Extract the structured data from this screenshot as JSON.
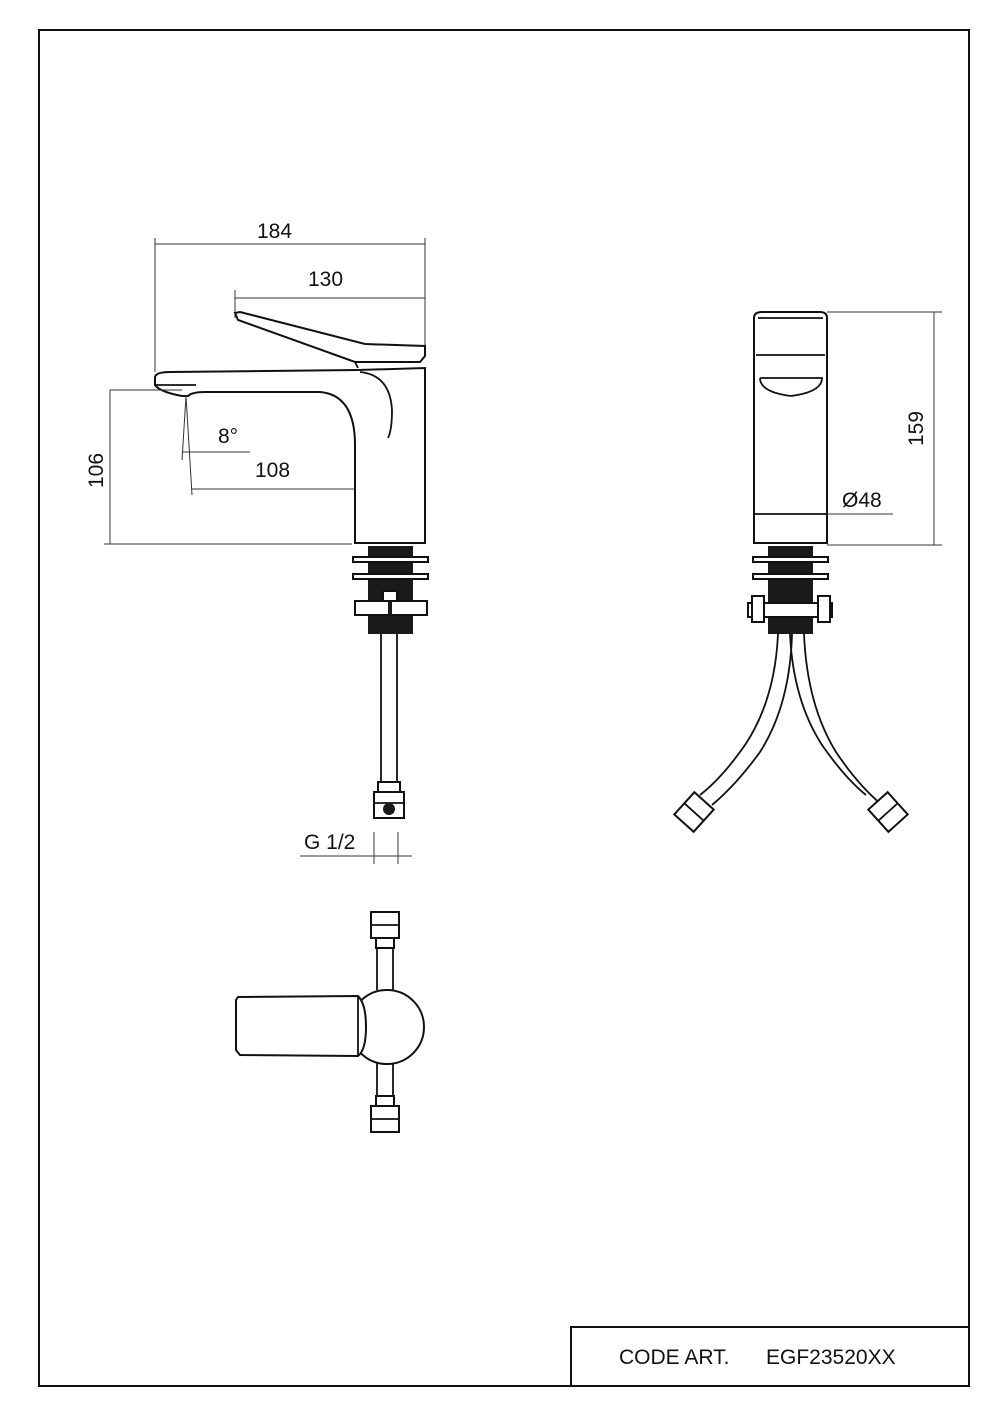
{
  "drawing": {
    "code_label": "CODE ART.",
    "code_value": "EGF23520XX",
    "dimensions": {
      "width_total": "184",
      "lever_length": "130",
      "spout_reach": "108",
      "spout_height": "106",
      "spout_angle": "8°",
      "total_height": "159",
      "body_diameter": "Ø48",
      "thread": "G 1/2"
    }
  }
}
